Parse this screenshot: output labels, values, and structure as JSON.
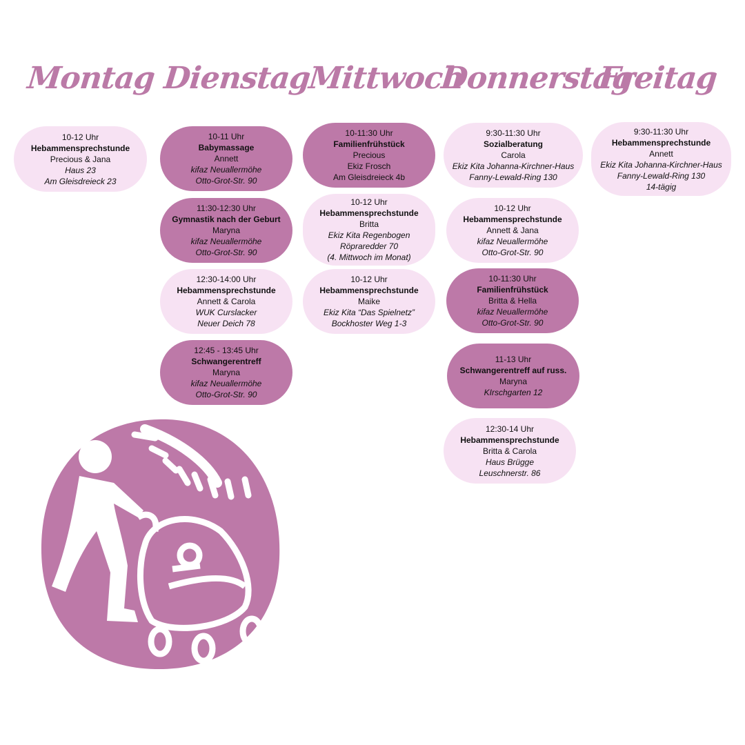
{
  "colors": {
    "dark": "#bd79a8",
    "light": "#f7e2f3",
    "heading": "#bb7aa7"
  },
  "days": [
    "Montag",
    "Dienstag",
    "Mittwoch",
    "Donnerstag",
    "Freitag"
  ],
  "cards": {
    "mo1": {
      "time": "10-12 Uhr",
      "title": "Hebammensprechstunde",
      "people": "Precious & Jana",
      "place": "Haus 23",
      "address": "Am Gleisdreieck 23"
    },
    "di1": {
      "time": "10-11 Uhr",
      "title": "Babymassage",
      "people": "Annett",
      "place": "kifaz Neuallermöhe",
      "address": "Otto-Grot-Str. 90"
    },
    "di2": {
      "time": "11:30-12:30 Uhr",
      "title": "Gymnastik nach der Geburt",
      "people": "Maryna",
      "place": "kifaz Neuallermöhe",
      "address": "Otto-Grot-Str. 90"
    },
    "di3": {
      "time": "12:30-14:00 Uhr",
      "title": "Hebammensprechstunde",
      "people": "Annett & Carola",
      "place": "WUK Curslacker",
      "address": "Neuer Deich 78"
    },
    "di4": {
      "time": "12:45 - 13:45 Uhr",
      "title": "Schwangerentreff",
      "people": "Maryna",
      "place": "kifaz Neuallermöhe",
      "address": "Otto-Grot-Str. 90"
    },
    "mi1": {
      "time": "10-11:30 Uhr",
      "title": "Familienfrühstück",
      "people": "Precious",
      "place": "Ekiz Frosch",
      "address": "Am Gleisdreieck 4b"
    },
    "mi2": {
      "time": "10-12 Uhr",
      "title": "Hebammensprechstunde",
      "people": "Britta",
      "place": "Ekiz Kita Regenbogen",
      "address": "Röpraredder 70",
      "note": "(4. Mittwoch im Monat)"
    },
    "mi3": {
      "time": "10-12 Uhr",
      "title": "Hebammensprechstunde",
      "people": "Maike",
      "place": "Ekiz Kita “Das Spielnetz”",
      "address": "Bockhoster Weg 1-3"
    },
    "do1": {
      "time": "9:30-11:30 Uhr",
      "title": "Sozialberatung",
      "people": "Carola",
      "place": "Ekiz Kita Johanna-Kirchner-Haus",
      "address": "Fanny-Lewald-Ring 130"
    },
    "do2": {
      "time": "10-12 Uhr",
      "title": "Hebammensprechstunde",
      "people": "Annett & Jana",
      "place": "kifaz Neuallermöhe",
      "address": "Otto-Grot-Str. 90"
    },
    "do3": {
      "time": "10-11:30 Uhr",
      "title": "Familienfrühstück",
      "people": "Britta & Hella",
      "place": "kifaz Neuallermöhe",
      "address": "Otto-Grot-Str. 90"
    },
    "do4": {
      "time": "11-13 Uhr",
      "title": "Schwangerentreff auf russ.",
      "people": "Maryna",
      "address": "KIrschgarten 12"
    },
    "do5": {
      "time": "12:30-14 Uhr",
      "title": "Hebammensprechstunde",
      "people": "Britta & Carola",
      "place": "Haus Brügge",
      "address": "Leuschnerstr. 86"
    },
    "fr1": {
      "time": "9:30-11:30 Uhr",
      "title": "Hebammensprechstunde",
      "people": "Annett",
      "place": "Ekiz Kita Johanna-Kirchner-Haus",
      "address": "Fanny-Lewald-Ring 130",
      "note": "14-tägig"
    }
  }
}
